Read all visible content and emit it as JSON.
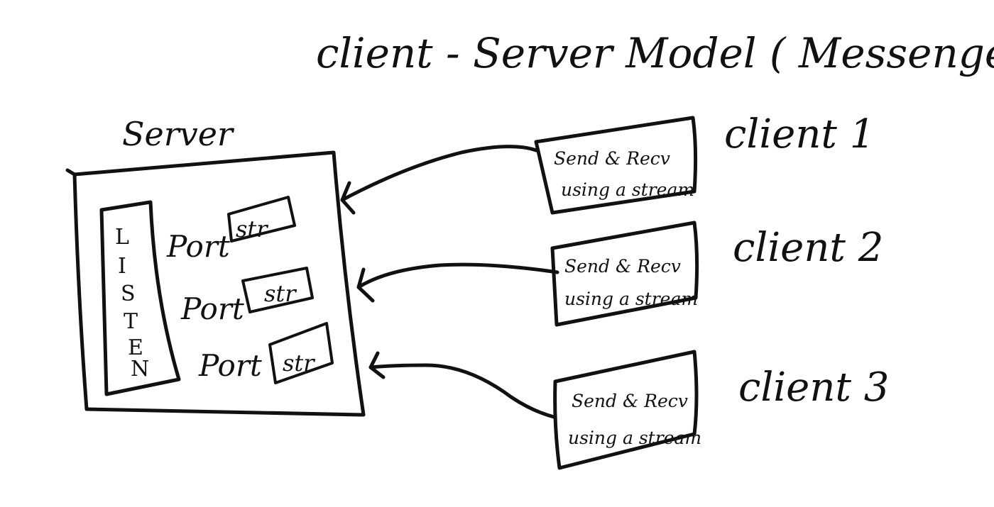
{
  "title": "client - Server Model ( Messenger App)",
  "server": {
    "label": "Server",
    "listen_letters": [
      "L",
      "I",
      "S",
      "T",
      "E",
      "N"
    ],
    "ports": [
      {
        "label": "Port",
        "stream": "str"
      },
      {
        "label": "Port",
        "stream": "str"
      },
      {
        "label": "Port",
        "stream": "str"
      }
    ]
  },
  "clients": [
    {
      "label": "client 1",
      "box_line1": "Send & Recv",
      "box_line2": "using a stream"
    },
    {
      "label": "client 2",
      "box_line1": "Send & Recv",
      "box_line2": "using a stream"
    },
    {
      "label": "client 3",
      "box_line1": "Send & Recv",
      "box_line2": "using a stream"
    }
  ],
  "colors": {
    "ink": "#111111",
    "background": "#ffffff"
  }
}
